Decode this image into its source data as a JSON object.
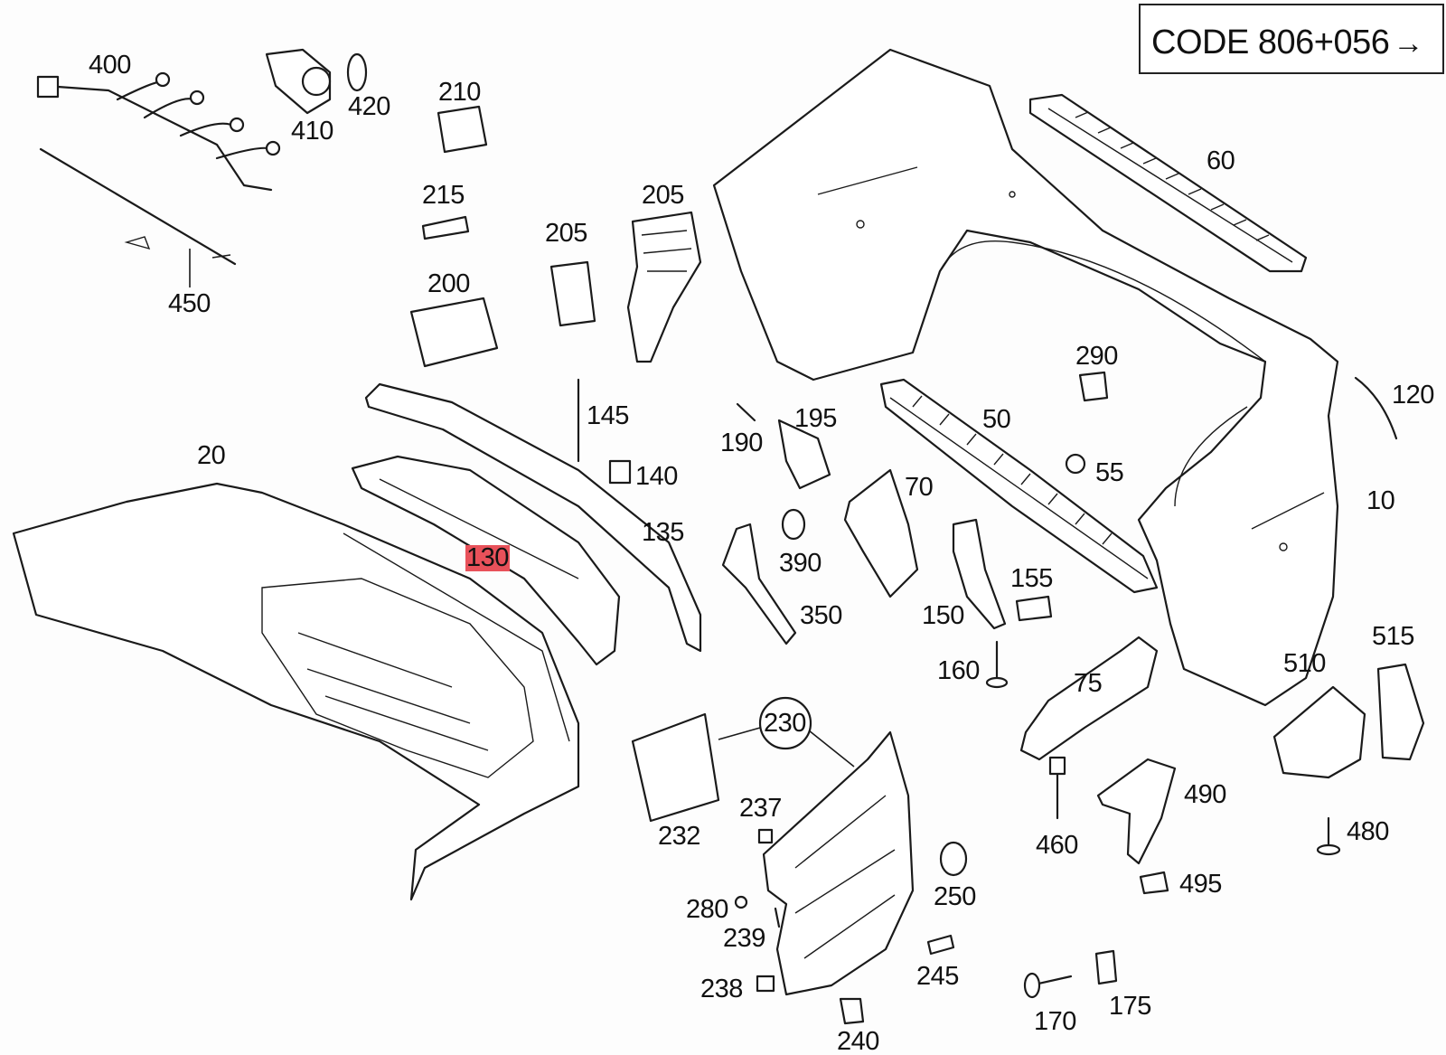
{
  "code_label": "CODE 806+056",
  "code_arrow": "→",
  "parts": {
    "p10": "10",
    "p20": "20",
    "p50": "50",
    "p55": "55",
    "p60": "60",
    "p70": "70",
    "p75": "75",
    "p120": "120",
    "p130": "130",
    "p135": "135",
    "p140": "140",
    "p145": "145",
    "p150": "150",
    "p155": "155",
    "p160": "160",
    "p170": "170",
    "p175": "175",
    "p190": "190",
    "p195": "195",
    "p200": "200",
    "p205a": "205",
    "p205b": "205",
    "p210": "210",
    "p215": "215",
    "p230": "230",
    "p232": "232",
    "p237": "237",
    "p238": "238",
    "p239": "239",
    "p240": "240",
    "p245": "245",
    "p250": "250",
    "p280": "280",
    "p290": "290",
    "p350": "350",
    "p390": "390",
    "p400": "400",
    "p410": "410",
    "p420": "420",
    "p450": "450",
    "p460": "460",
    "p480": "480",
    "p490": "490",
    "p495": "495",
    "p510": "510",
    "p515": "515"
  },
  "highlight_color": "#e8515a"
}
